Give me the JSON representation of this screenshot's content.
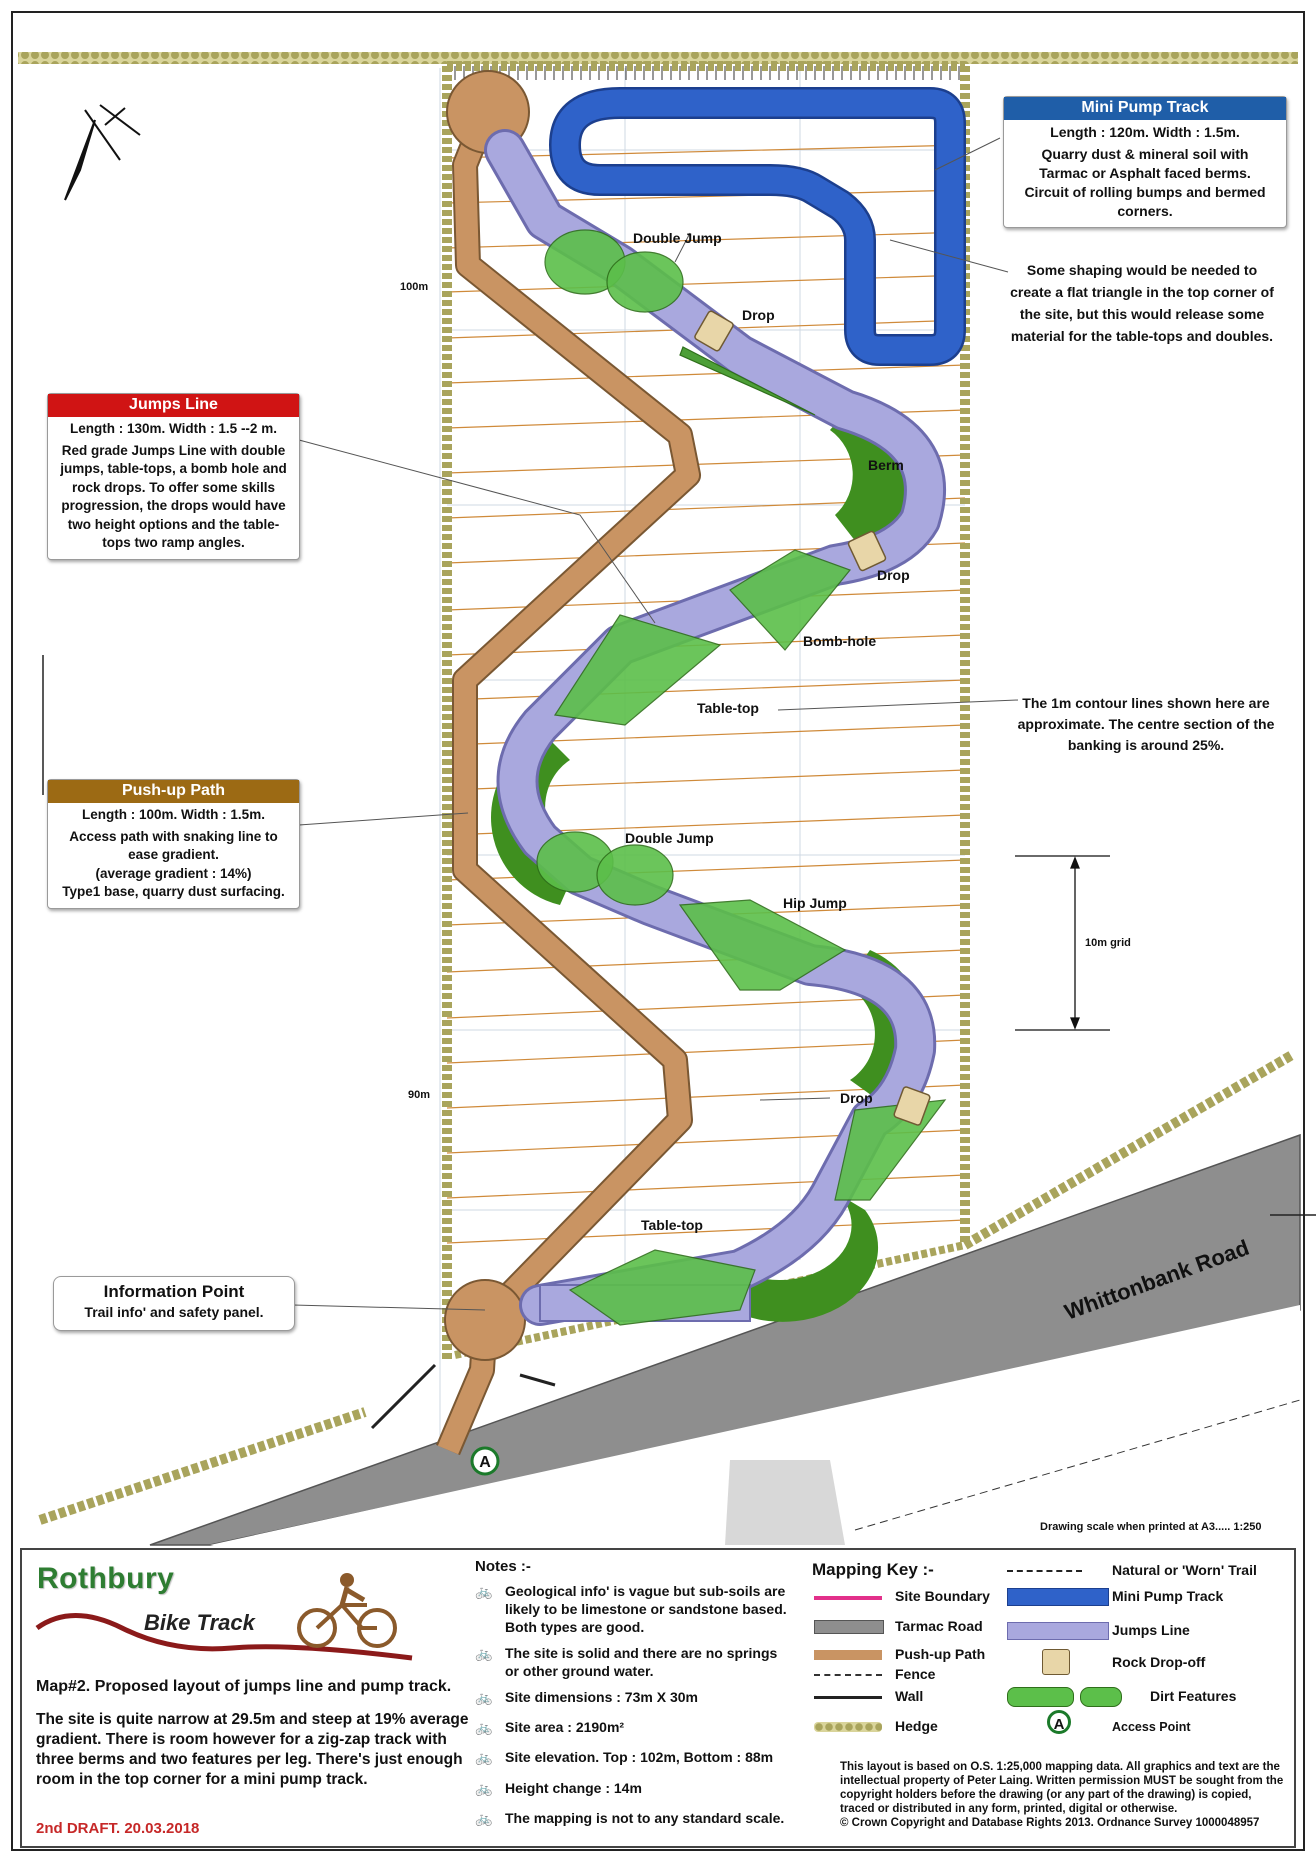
{
  "map": {
    "labels": {
      "double_jump_top": "Double Jump",
      "drop_1": "Drop",
      "berm": "Berm",
      "drop_2": "Drop",
      "bomb_hole": "Bomb-hole",
      "table_top_1": "Table-top",
      "double_jump_mid": "Double Jump",
      "hip_jump": "Hip Jump",
      "drop_3": "Drop",
      "table_top_2": "Table-top",
      "road": "Whittonbank Road",
      "contour_100": "100m",
      "contour_90": "90m",
      "grid": "10m grid",
      "access_point": "A"
    },
    "pump_track_note": [
      "Some shaping would be needed to",
      "create a flat triangle in the top corner of",
      "the site, but this would release some",
      "material for the table-tops and doubles."
    ],
    "contour_note": [
      "The 1m contour lines shown here are",
      "approximate. The centre section of the",
      "banking is around 25%."
    ],
    "scale_note": "Drawing scale when printed at A3..... 1:250"
  },
  "callouts": {
    "pump_track": {
      "title": "Mini Pump Track",
      "sub": "Length : 120m.  Width : 1.5m.",
      "body": [
        "Quarry dust  & mineral soil with",
        "Tarmac or Asphalt faced berms.",
        "Circuit of rolling bumps and bermed",
        "corners."
      ],
      "color": "#1f5ea8"
    },
    "jumps_line": {
      "title": "Jumps Line",
      "sub": "Length : 130m.  Width : 1.5 --2 m.",
      "body": [
        "Red grade Jumps Line with double",
        "jumps, table-tops, a bomb hole and",
        "rock drops. To offer some skills",
        "progression, the drops would have",
        "two height options and the table-",
        "tops two ramp angles."
      ],
      "color": "#d01414"
    },
    "push_up": {
      "title": "Push-up Path",
      "sub": "Length : 100m.  Width : 1.5m.",
      "body": [
        "Access path with snaking line to",
        "ease gradient.",
        "(average gradient : 14%)",
        "Type1 base, quarry dust surfacing."
      ],
      "color": "#9c6a14"
    },
    "info_point": {
      "title": "Information Point",
      "body": "Trail info' and safety panel."
    }
  },
  "legend": {
    "title": "Rothbury",
    "subtitle": "Bike Track",
    "map_number": "Map#2. Proposed layout of jumps line and pump track.",
    "description": "The site is quite narrow at 29.5m and steep at 19% average gradient. There is room however for a zig-zap track with three berms and two features per leg. There's just enough room in the top corner for a mini pump track.",
    "draft": "2nd DRAFT. 20.03.2018",
    "notes_heading": "Notes :-",
    "notes": [
      "Geological info' is vague but sub-soils are likely to be limestone or sandstone based. Both types are good.",
      "The site is solid and there are no springs or other ground water.",
      "Site dimensions : 73m X 30m",
      "Site area :  2190m²",
      "Site elevation. Top : 102m, Bottom : 88m",
      "Height change : 14m",
      "The mapping is not to any standard scale."
    ],
    "key_heading": "Mapping Key :-",
    "key": {
      "site_boundary": "Site Boundary",
      "tarmac_road": "Tarmac Road",
      "push_up_path": "Push-up Path",
      "fence": "Fence",
      "wall": "Wall",
      "hedge": "Hedge",
      "natural_trail": "Natural or 'Worn' Trail",
      "mini_pump_track": "Mini Pump Track",
      "jumps_line": "Jumps Line",
      "rock_drop": "Rock Drop-off",
      "dirt_features": "Dirt Features",
      "access_point": "Access Point",
      "access_symbol": "A"
    },
    "copyright": "This layout is based on O.S. 1:25,000 mapping data. All graphics and text are the intellectual property of Peter Laing. Written permission MUST be sought from the copyright holders before the drawing (or any part of the drawing) is copied, traced or distributed in any form, printed, digital or otherwise.",
    "crown": "© Crown Copyright and Database Rights 2013. Ordnance Survey 1000048957"
  },
  "colors": {
    "hedge": "#b5b06a",
    "road": "#8e8e8e",
    "push_path": "#c99463",
    "jumps": "#a9a8de",
    "pump": "#2f62c9",
    "dirt": "#5cbf4a",
    "berm_dark": "#3f8f1f",
    "contour": "#cf8a3a",
    "site_boundary": "#e2308a"
  }
}
